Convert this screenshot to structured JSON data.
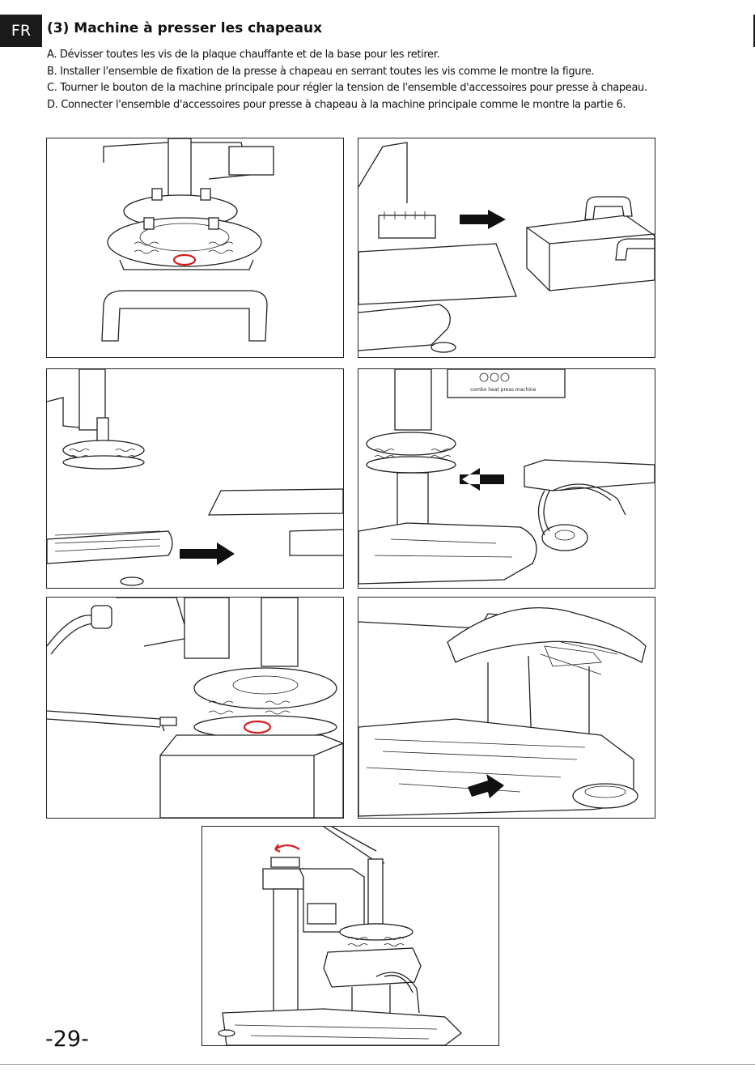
{
  "lang": "FR",
  "title": "(3) Machine à presser les chapeaux",
  "steps": [
    "A. Dévisser toutes les vis de la plaque chauffante et de la base pour les retirer.",
    "B. Installer l'ensemble de fixation de la presse à chapeau en serrant toutes les vis comme le montre la figure.",
    "C. Tourner le bouton de la machine principale pour régler la tension de l'ensemble d'accessoires pour presse à chapeau.",
    "D. Connecter l'ensemble d'accessoires pour presse à chapeau à la machine principale comme le montre la partie 6."
  ],
  "figures": {
    "panel_label": "combo heat press machine"
  },
  "accent_color": "#d61b1b",
  "page_number": "-29-"
}
